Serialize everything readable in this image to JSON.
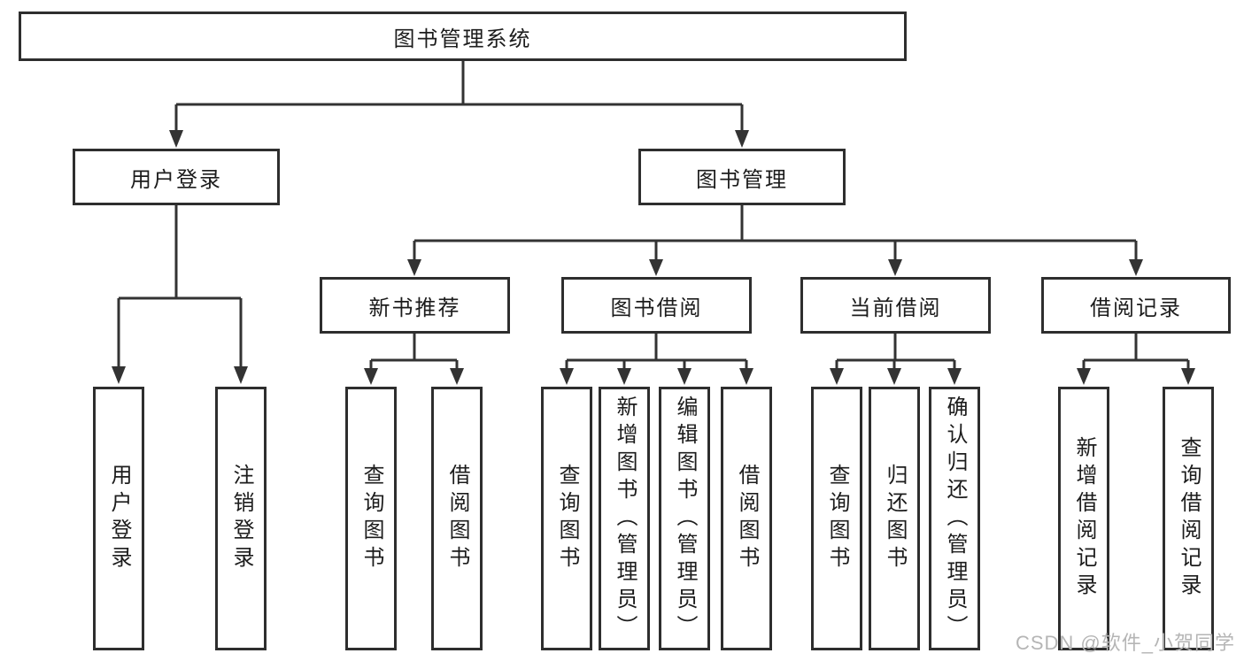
{
  "diagram": {
    "root": {
      "label": "图书管理系统"
    },
    "branches": [
      {
        "label": "用户登录",
        "children": [
          {
            "label": "用户登录"
          },
          {
            "label": "注销登录"
          }
        ]
      },
      {
        "label": "图书管理",
        "children": [
          {
            "label": "新书推荐",
            "children": [
              {
                "label": "查询图书"
              },
              {
                "label": "借阅图书"
              }
            ]
          },
          {
            "label": "图书借阅",
            "children": [
              {
                "label": "查询图书"
              },
              {
                "label": "新增图书（管理员）"
              },
              {
                "label": "编辑图书（管理员）"
              },
              {
                "label": "借阅图书"
              }
            ]
          },
          {
            "label": "当前借阅",
            "children": [
              {
                "label": "查询图书"
              },
              {
                "label": "归还图书"
              },
              {
                "label": "确认归还（管理员）"
              }
            ]
          },
          {
            "label": "借阅记录",
            "children": [
              {
                "label": "新增借阅记录"
              },
              {
                "label": "查询借阅记录"
              }
            ]
          }
        ]
      }
    ]
  },
  "watermark": {
    "text": "CSDN @软件_小贺同学"
  },
  "colors": {
    "line": "#333333",
    "border": "#2e2e2e",
    "text": "#1c1c1c",
    "watermark": "#b5b5b5",
    "background": "#ffffff"
  }
}
